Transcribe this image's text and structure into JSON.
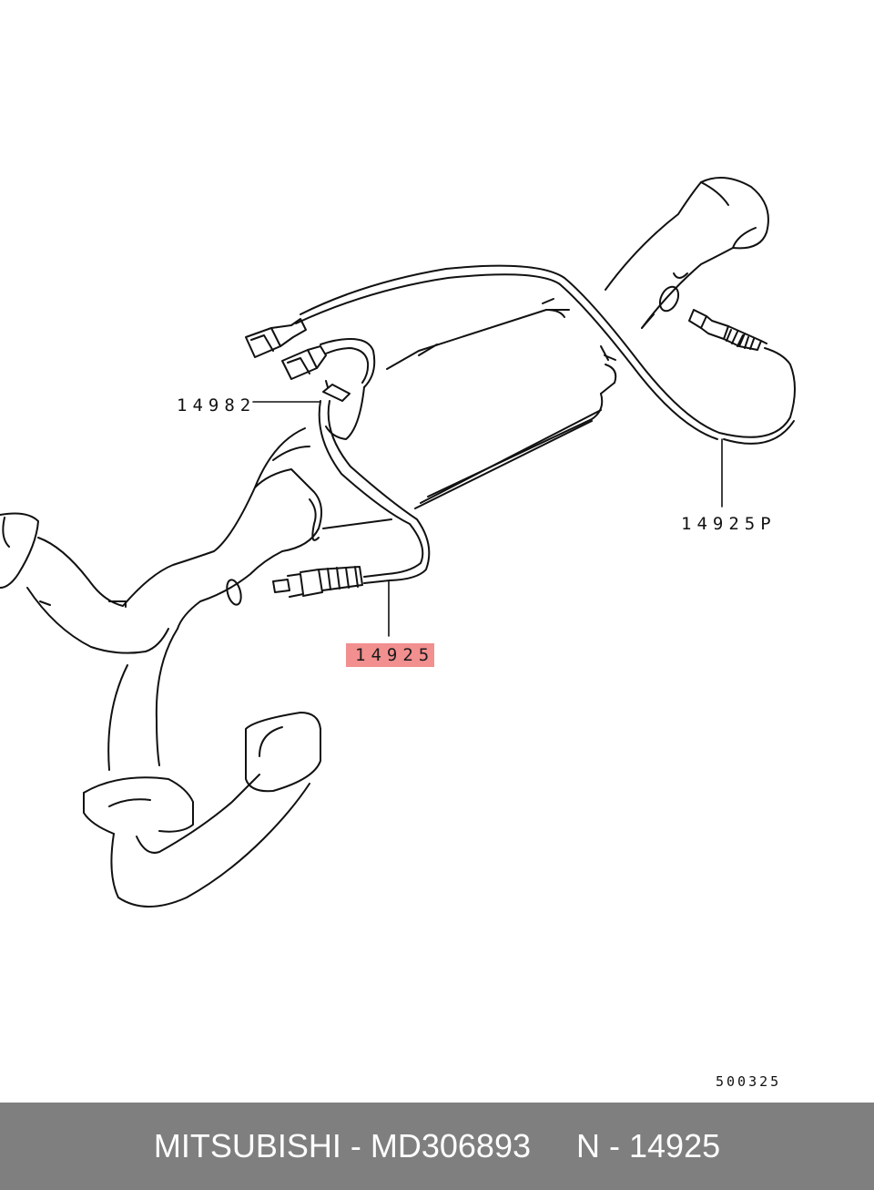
{
  "labels": {
    "tie_strap": "14982",
    "sensor_passenger": "14925P",
    "sensor_highlighted": "14925",
    "drawing_code": "500325"
  },
  "colors": {
    "highlight": "#f28f8f",
    "footer_bg": "#7f7f7f",
    "footer_text": "#ffffff",
    "line": "#111111"
  },
  "footer": {
    "brand": "MITSUBISHI",
    "part_number": "MD306893",
    "reference": "N - 14925"
  }
}
